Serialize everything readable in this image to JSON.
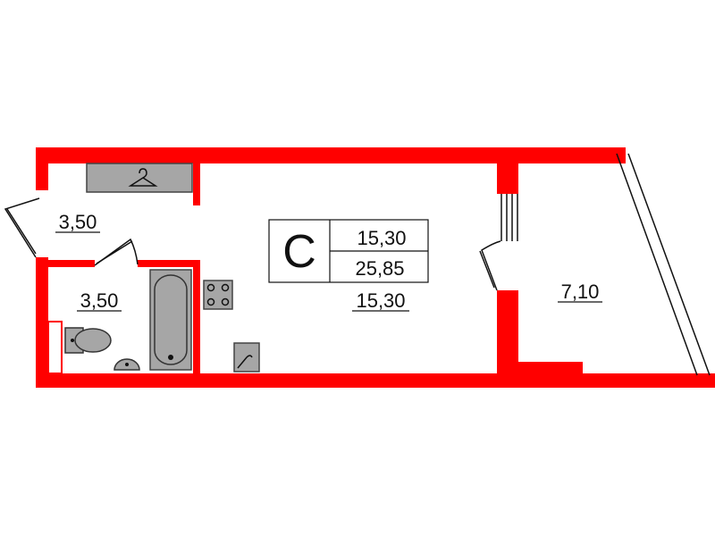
{
  "colors": {
    "wall": "#ff0000",
    "fixture_fill": "#a6a6a6",
    "fixture_stroke": "#444444",
    "line": "#111111",
    "background": "#ffffff"
  },
  "plan": {
    "rooms": {
      "hall_area": "3,50",
      "bathroom_area": "3,50",
      "living_area": "15,30",
      "balcony_area": "7,10"
    },
    "legend": {
      "letter": "C",
      "living_area": "15,30",
      "total_area": "25,85"
    },
    "icons": [
      "hanger-icon",
      "bathtub-icon",
      "toilet-icon",
      "washbasin-icon",
      "cooktop-icon",
      "kitchen-sink-icon"
    ]
  }
}
